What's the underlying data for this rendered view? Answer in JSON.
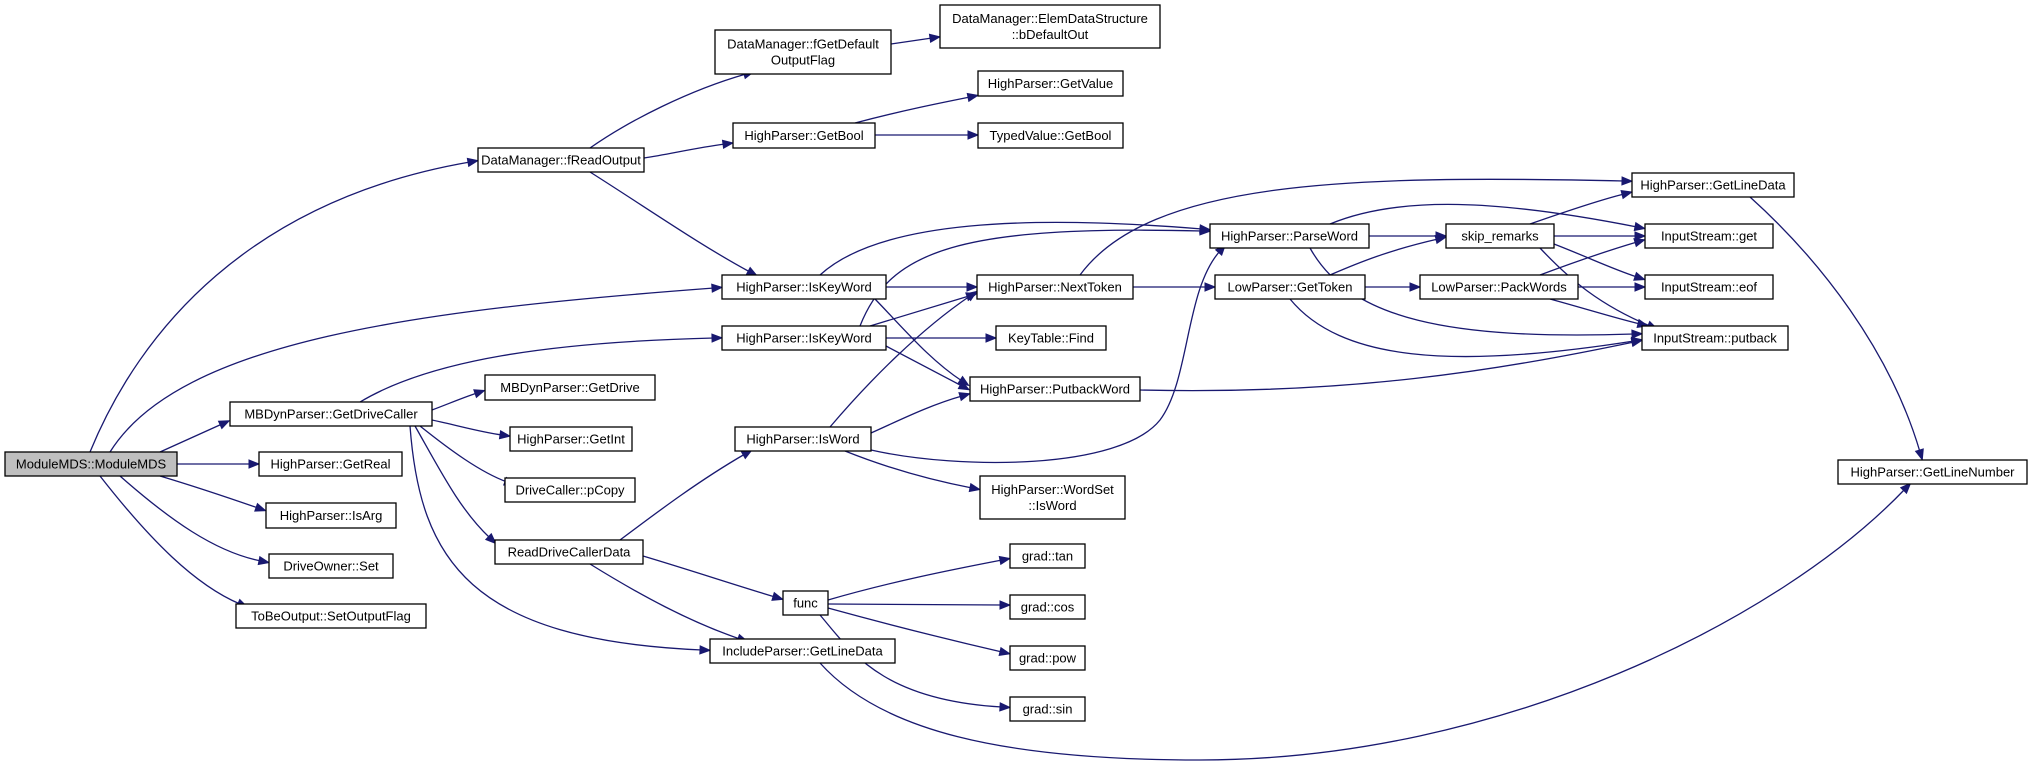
{
  "diagram": {
    "nodes": [
      {
        "id": "n0",
        "lines": [
          "ModuleMDS::ModuleMDS"
        ]
      },
      {
        "id": "n1",
        "lines": [
          "DataManager::fReadOutput"
        ]
      },
      {
        "id": "n2",
        "lines": [
          "DataManager::fGetDefault",
          "OutputFlag"
        ]
      },
      {
        "id": "n3",
        "lines": [
          "DataManager::ElemDataStructure",
          "::bDefaultOut"
        ]
      },
      {
        "id": "n4",
        "lines": [
          "HighParser::GetBool"
        ]
      },
      {
        "id": "n5",
        "lines": [
          "HighParser::GetValue"
        ]
      },
      {
        "id": "n6",
        "lines": [
          "TypedValue::GetBool"
        ]
      },
      {
        "id": "n7",
        "lines": [
          "HighParser::IsKeyWord"
        ]
      },
      {
        "id": "n8",
        "lines": [
          "HighParser::IsKeyWord"
        ]
      },
      {
        "id": "n9",
        "lines": [
          "MBDynParser::GetDriveCaller"
        ]
      },
      {
        "id": "n10",
        "lines": [
          "HighParser::GetReal"
        ]
      },
      {
        "id": "n11",
        "lines": [
          "HighParser::IsArg"
        ]
      },
      {
        "id": "n12",
        "lines": [
          "DriveOwner::Set"
        ]
      },
      {
        "id": "n13",
        "lines": [
          "ToBeOutput::SetOutputFlag"
        ]
      },
      {
        "id": "n14",
        "lines": [
          "MBDynParser::GetDrive"
        ]
      },
      {
        "id": "n15",
        "lines": [
          "HighParser::GetInt"
        ]
      },
      {
        "id": "n16",
        "lines": [
          "DriveCaller::pCopy"
        ]
      },
      {
        "id": "n17",
        "lines": [
          "ReadDriveCallerData"
        ]
      },
      {
        "id": "n18",
        "lines": [
          "IncludeParser::GetLineData"
        ]
      },
      {
        "id": "n19",
        "lines": [
          "HighParser::IsWord"
        ]
      },
      {
        "id": "n20",
        "lines": [
          "func"
        ]
      },
      {
        "id": "n21",
        "lines": [
          "HighParser::NextToken"
        ]
      },
      {
        "id": "n22",
        "lines": [
          "HighParser::PutbackWord"
        ]
      },
      {
        "id": "n23",
        "lines": [
          "KeyTable::Find"
        ]
      },
      {
        "id": "n24",
        "lines": [
          "HighParser::WordSet",
          "::IsWord"
        ]
      },
      {
        "id": "n25",
        "lines": [
          "grad::tan"
        ]
      },
      {
        "id": "n26",
        "lines": [
          "grad::cos"
        ]
      },
      {
        "id": "n27",
        "lines": [
          "grad::pow"
        ]
      },
      {
        "id": "n28",
        "lines": [
          "grad::sin"
        ]
      },
      {
        "id": "n29",
        "lines": [
          "HighParser::ParseWord"
        ]
      },
      {
        "id": "n30",
        "lines": [
          "LowParser::GetToken"
        ]
      },
      {
        "id": "n31",
        "lines": [
          "skip_remarks"
        ]
      },
      {
        "id": "n32",
        "lines": [
          "LowParser::PackWords"
        ]
      },
      {
        "id": "n33",
        "lines": [
          "HighParser::GetLineData"
        ]
      },
      {
        "id": "n34",
        "lines": [
          "InputStream::get"
        ]
      },
      {
        "id": "n35",
        "lines": [
          "InputStream::eof"
        ]
      },
      {
        "id": "n36",
        "lines": [
          "InputStream::putback"
        ]
      },
      {
        "id": "n37",
        "lines": [
          "HighParser::GetLineNumber"
        ]
      }
    ],
    "edges": [
      {
        "from": "n0",
        "to": "n1"
      },
      {
        "from": "n0",
        "to": "n7"
      },
      {
        "from": "n0",
        "to": "n9"
      },
      {
        "from": "n0",
        "to": "n10"
      },
      {
        "from": "n0",
        "to": "n11"
      },
      {
        "from": "n0",
        "to": "n12"
      },
      {
        "from": "n0",
        "to": "n13"
      },
      {
        "from": "n1",
        "to": "n2"
      },
      {
        "from": "n1",
        "to": "n4"
      },
      {
        "from": "n1",
        "to": "n7"
      },
      {
        "from": "n2",
        "to": "n3"
      },
      {
        "from": "n4",
        "to": "n5"
      },
      {
        "from": "n4",
        "to": "n6"
      },
      {
        "from": "n7",
        "to": "n29"
      },
      {
        "from": "n7",
        "to": "n21"
      },
      {
        "from": "n7",
        "to": "n22"
      },
      {
        "from": "n9",
        "to": "n8"
      },
      {
        "from": "n9",
        "to": "n14"
      },
      {
        "from": "n9",
        "to": "n15"
      },
      {
        "from": "n9",
        "to": "n16"
      },
      {
        "from": "n9",
        "to": "n17"
      },
      {
        "from": "n9",
        "to": "n18"
      },
      {
        "from": "n8",
        "to": "n29"
      },
      {
        "from": "n8",
        "to": "n21"
      },
      {
        "from": "n8",
        "to": "n23"
      },
      {
        "from": "n8",
        "to": "n22"
      },
      {
        "from": "n17",
        "to": "n19"
      },
      {
        "from": "n17",
        "to": "n20"
      },
      {
        "from": "n17",
        "to": "n18"
      },
      {
        "from": "n19",
        "to": "n21"
      },
      {
        "from": "n19",
        "to": "n22"
      },
      {
        "from": "n19",
        "to": "n29"
      },
      {
        "from": "n19",
        "to": "n24"
      },
      {
        "from": "n20",
        "to": "n25"
      },
      {
        "from": "n20",
        "to": "n26"
      },
      {
        "from": "n20",
        "to": "n27"
      },
      {
        "from": "n20",
        "to": "n28"
      },
      {
        "from": "n18",
        "to": "n37"
      },
      {
        "from": "n21",
        "to": "n30"
      },
      {
        "from": "n21",
        "to": "n33"
      },
      {
        "from": "n22",
        "to": "n36"
      },
      {
        "from": "n29",
        "to": "n31"
      },
      {
        "from": "n29",
        "to": "n34"
      },
      {
        "from": "n29",
        "to": "n36"
      },
      {
        "from": "n30",
        "to": "n31"
      },
      {
        "from": "n30",
        "to": "n32"
      },
      {
        "from": "n30",
        "to": "n36"
      },
      {
        "from": "n31",
        "to": "n33"
      },
      {
        "from": "n31",
        "to": "n34"
      },
      {
        "from": "n31",
        "to": "n35"
      },
      {
        "from": "n31",
        "to": "n36"
      },
      {
        "from": "n32",
        "to": "n34"
      },
      {
        "from": "n32",
        "to": "n35"
      },
      {
        "from": "n32",
        "to": "n36"
      },
      {
        "from": "n33",
        "to": "n37"
      }
    ]
  }
}
